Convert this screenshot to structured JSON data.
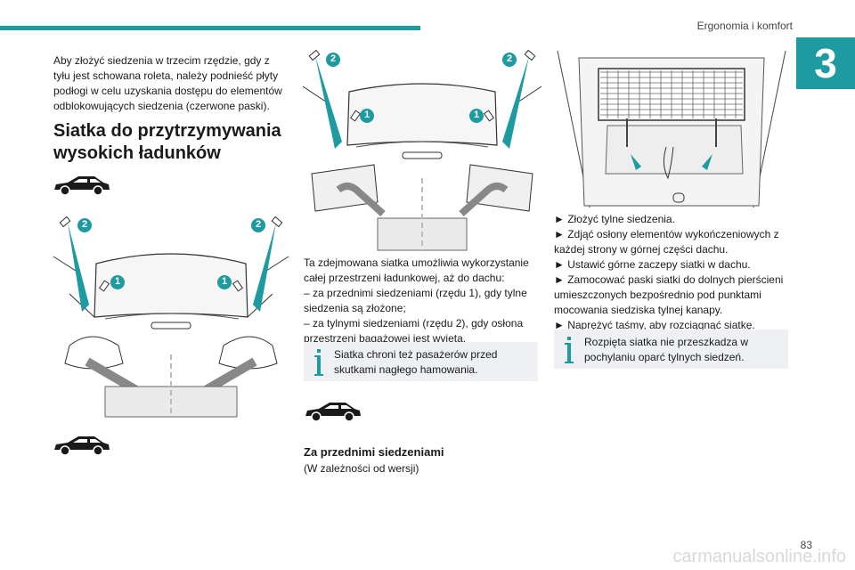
{
  "header": {
    "title": "Ergonomia i komfort",
    "chapter": "3"
  },
  "left": {
    "intro": [
      "Aby złożyć siedzenia w trzecim rzędzie, gdy z",
      "tyłu jest schowana roleta, należy podnieść płyty",
      "podłogi w celu uzyskania dostępu do elementów",
      "odblokowujących siedzenia (czerwone paski)."
    ],
    "heading": [
      "Siatka do przytrzymywania",
      "wysokich ładunków"
    ]
  },
  "middle": {
    "desc": [
      "Ta zdejmowana siatka umożliwia wykorzystanie",
      "całej przestrzeni ładunkowej, aż do dachu:",
      "– za przednimi siedzeniami (rzędu 1), gdy tylne",
      "siedzenia są złożone;",
      "– za tylnymi siedzeniami (rzędu 2), gdy osłona",
      "przestrzeni bagażowej jest wyjęta."
    ],
    "info": [
      "Siatka chroni też pasażerów przed",
      "skutkami nagłego hamowania."
    ],
    "subheading": "Za przednimi siedzeniami",
    "subnote": "(W zależności od wersji)"
  },
  "right": {
    "steps": [
      "► Złożyć tylne siedzenia.",
      "► Zdjąć osłony elementów wykończeniowych z",
      "każdej strony w górnej części dachu.",
      "► Ustawić górne zaczepy siatki w dachu.",
      "► Zamocować paski siatki do dolnych pierścieni",
      "umieszczonych bezpośrednio pod punktami",
      "mocowania siedziska tylnej kanapy.",
      "► Naprężyć taśmy, aby rozciągnąć siatkę."
    ],
    "info": [
      "Rozpięta siatka nie przeszkadza w",
      "pochylaniu oparć tylnych siedzeń."
    ]
  },
  "markers": {
    "one": "1",
    "two": "2"
  },
  "footer": {
    "page": "83",
    "watermark": "carmanualsonline.info"
  },
  "colors": {
    "accent": "#1e9ba1",
    "info_bg": "#eef0f4"
  }
}
